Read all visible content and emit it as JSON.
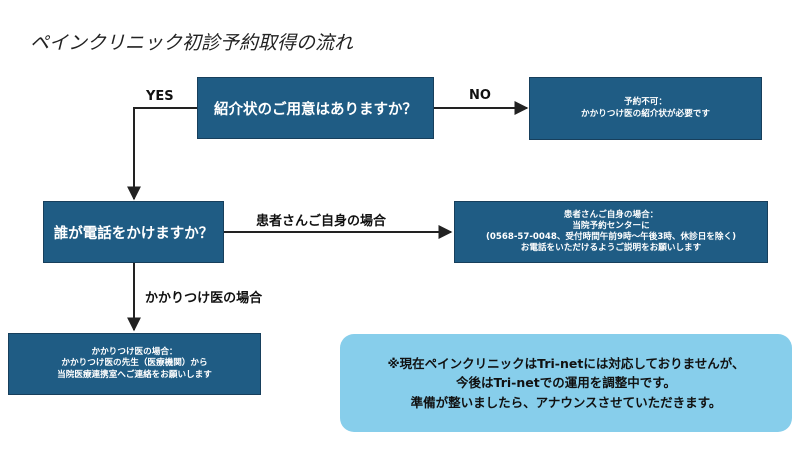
{
  "title": "ペインクリニック初診予約取得の流れ",
  "q1": "紹介状のご用意はありますか？",
  "q2": "誰が電話をかけますか？",
  "yes_label": "YES",
  "no_label": "NO",
  "patient_label": "患者さんご自身の場合",
  "doctor_label": "かかりつけ医の場合",
  "no_result": {
    "line1": "予約不可：",
    "line2": "かかりつけ医の紹介状が必要です"
  },
  "patient_result": {
    "line1": "患者さんご自身の場合：",
    "line2": "当院予約センターに",
    "line3": "(0568-57-0048、受付時間午前9時～午後3時、休診日を除く)",
    "line4": "お電話をいただけるようご説明をお願いします"
  },
  "doctor_result": {
    "line1": "かかりつけ医の場合：",
    "line2": "かかりつけ医の先生（医療機関）から",
    "line3": "当院医療連携室へご連絡をお願いします"
  },
  "notice": {
    "line1": "※現在ペインクリニックはTri-netには対応しておりませんが、",
    "line2": "今後はTri-netでの運用を調整中です。",
    "line3": "準備が整いましたら、アナウンスさせていただきます。"
  },
  "colors": {
    "box": "#1f5c84",
    "notice_bg": "#87ceeb",
    "arrow": "#222222"
  }
}
